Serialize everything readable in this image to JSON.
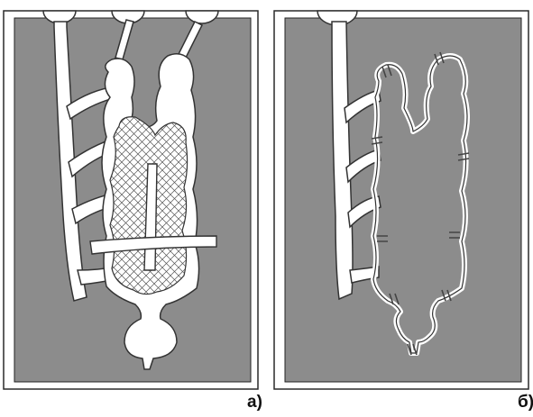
{
  "panels": [
    {
      "id": "a",
      "label": "а)"
    },
    {
      "id": "b",
      "label": "б)"
    }
  ],
  "colors": {
    "mold_background": "#8c8c8c",
    "frame_border": "#2a2a2a",
    "casting_fill": "#ffffff",
    "casting_outline": "#333333",
    "core_hatch": "#555555",
    "cut_marks": "#444444"
  }
}
